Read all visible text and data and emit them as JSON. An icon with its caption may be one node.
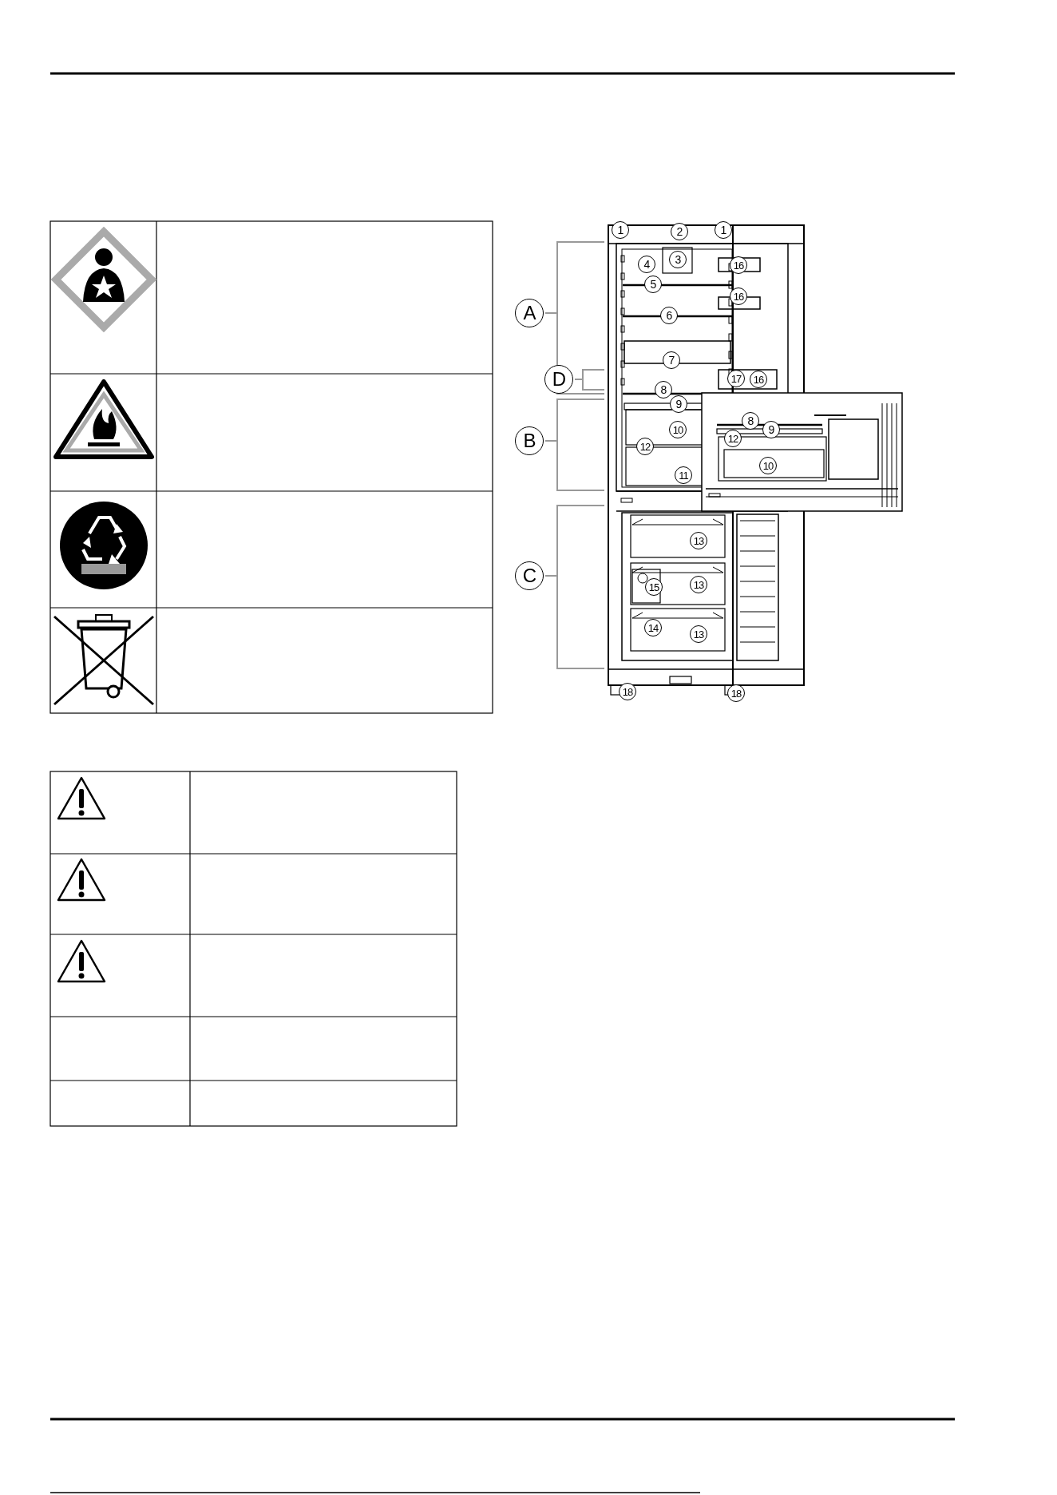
{
  "diagram": {
    "labels": [
      "1",
      "2",
      "1",
      "3",
      "4",
      "16",
      "5",
      "16",
      "A",
      "6",
      "7",
      "D",
      "17",
      "16",
      "8",
      "9",
      "8",
      "10",
      "9",
      "B",
      "12",
      "12",
      "11",
      "10",
      "13",
      "C",
      "15",
      "13",
      "14",
      "13",
      "18",
      "18"
    ]
  }
}
